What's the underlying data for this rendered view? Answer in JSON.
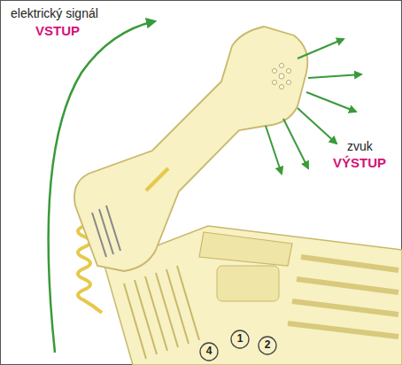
{
  "diagram": {
    "labels": [
      "elektrický signál",
      "VSTUP",
      "zvuk",
      "VÝSTUP",
      "4",
      "1",
      "2"
    ]
  }
}
